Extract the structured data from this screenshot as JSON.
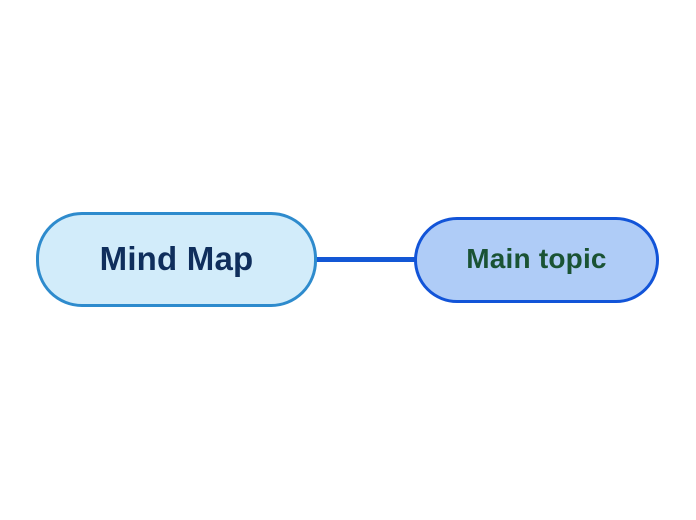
{
  "canvas": {
    "background_color": "#ffffff"
  },
  "mindmap": {
    "connector": {
      "color": "#1357d5"
    },
    "nodes": [
      {
        "id": "root",
        "label": "Mind Map",
        "fill_color": "#d2ecfa",
        "border_color": "#2e8bcd",
        "text_color": "#0f2e5c"
      },
      {
        "id": "child",
        "label": "Main topic",
        "fill_color": "#afccf7",
        "border_color": "#1254d8",
        "text_color": "#1a5334"
      }
    ]
  }
}
